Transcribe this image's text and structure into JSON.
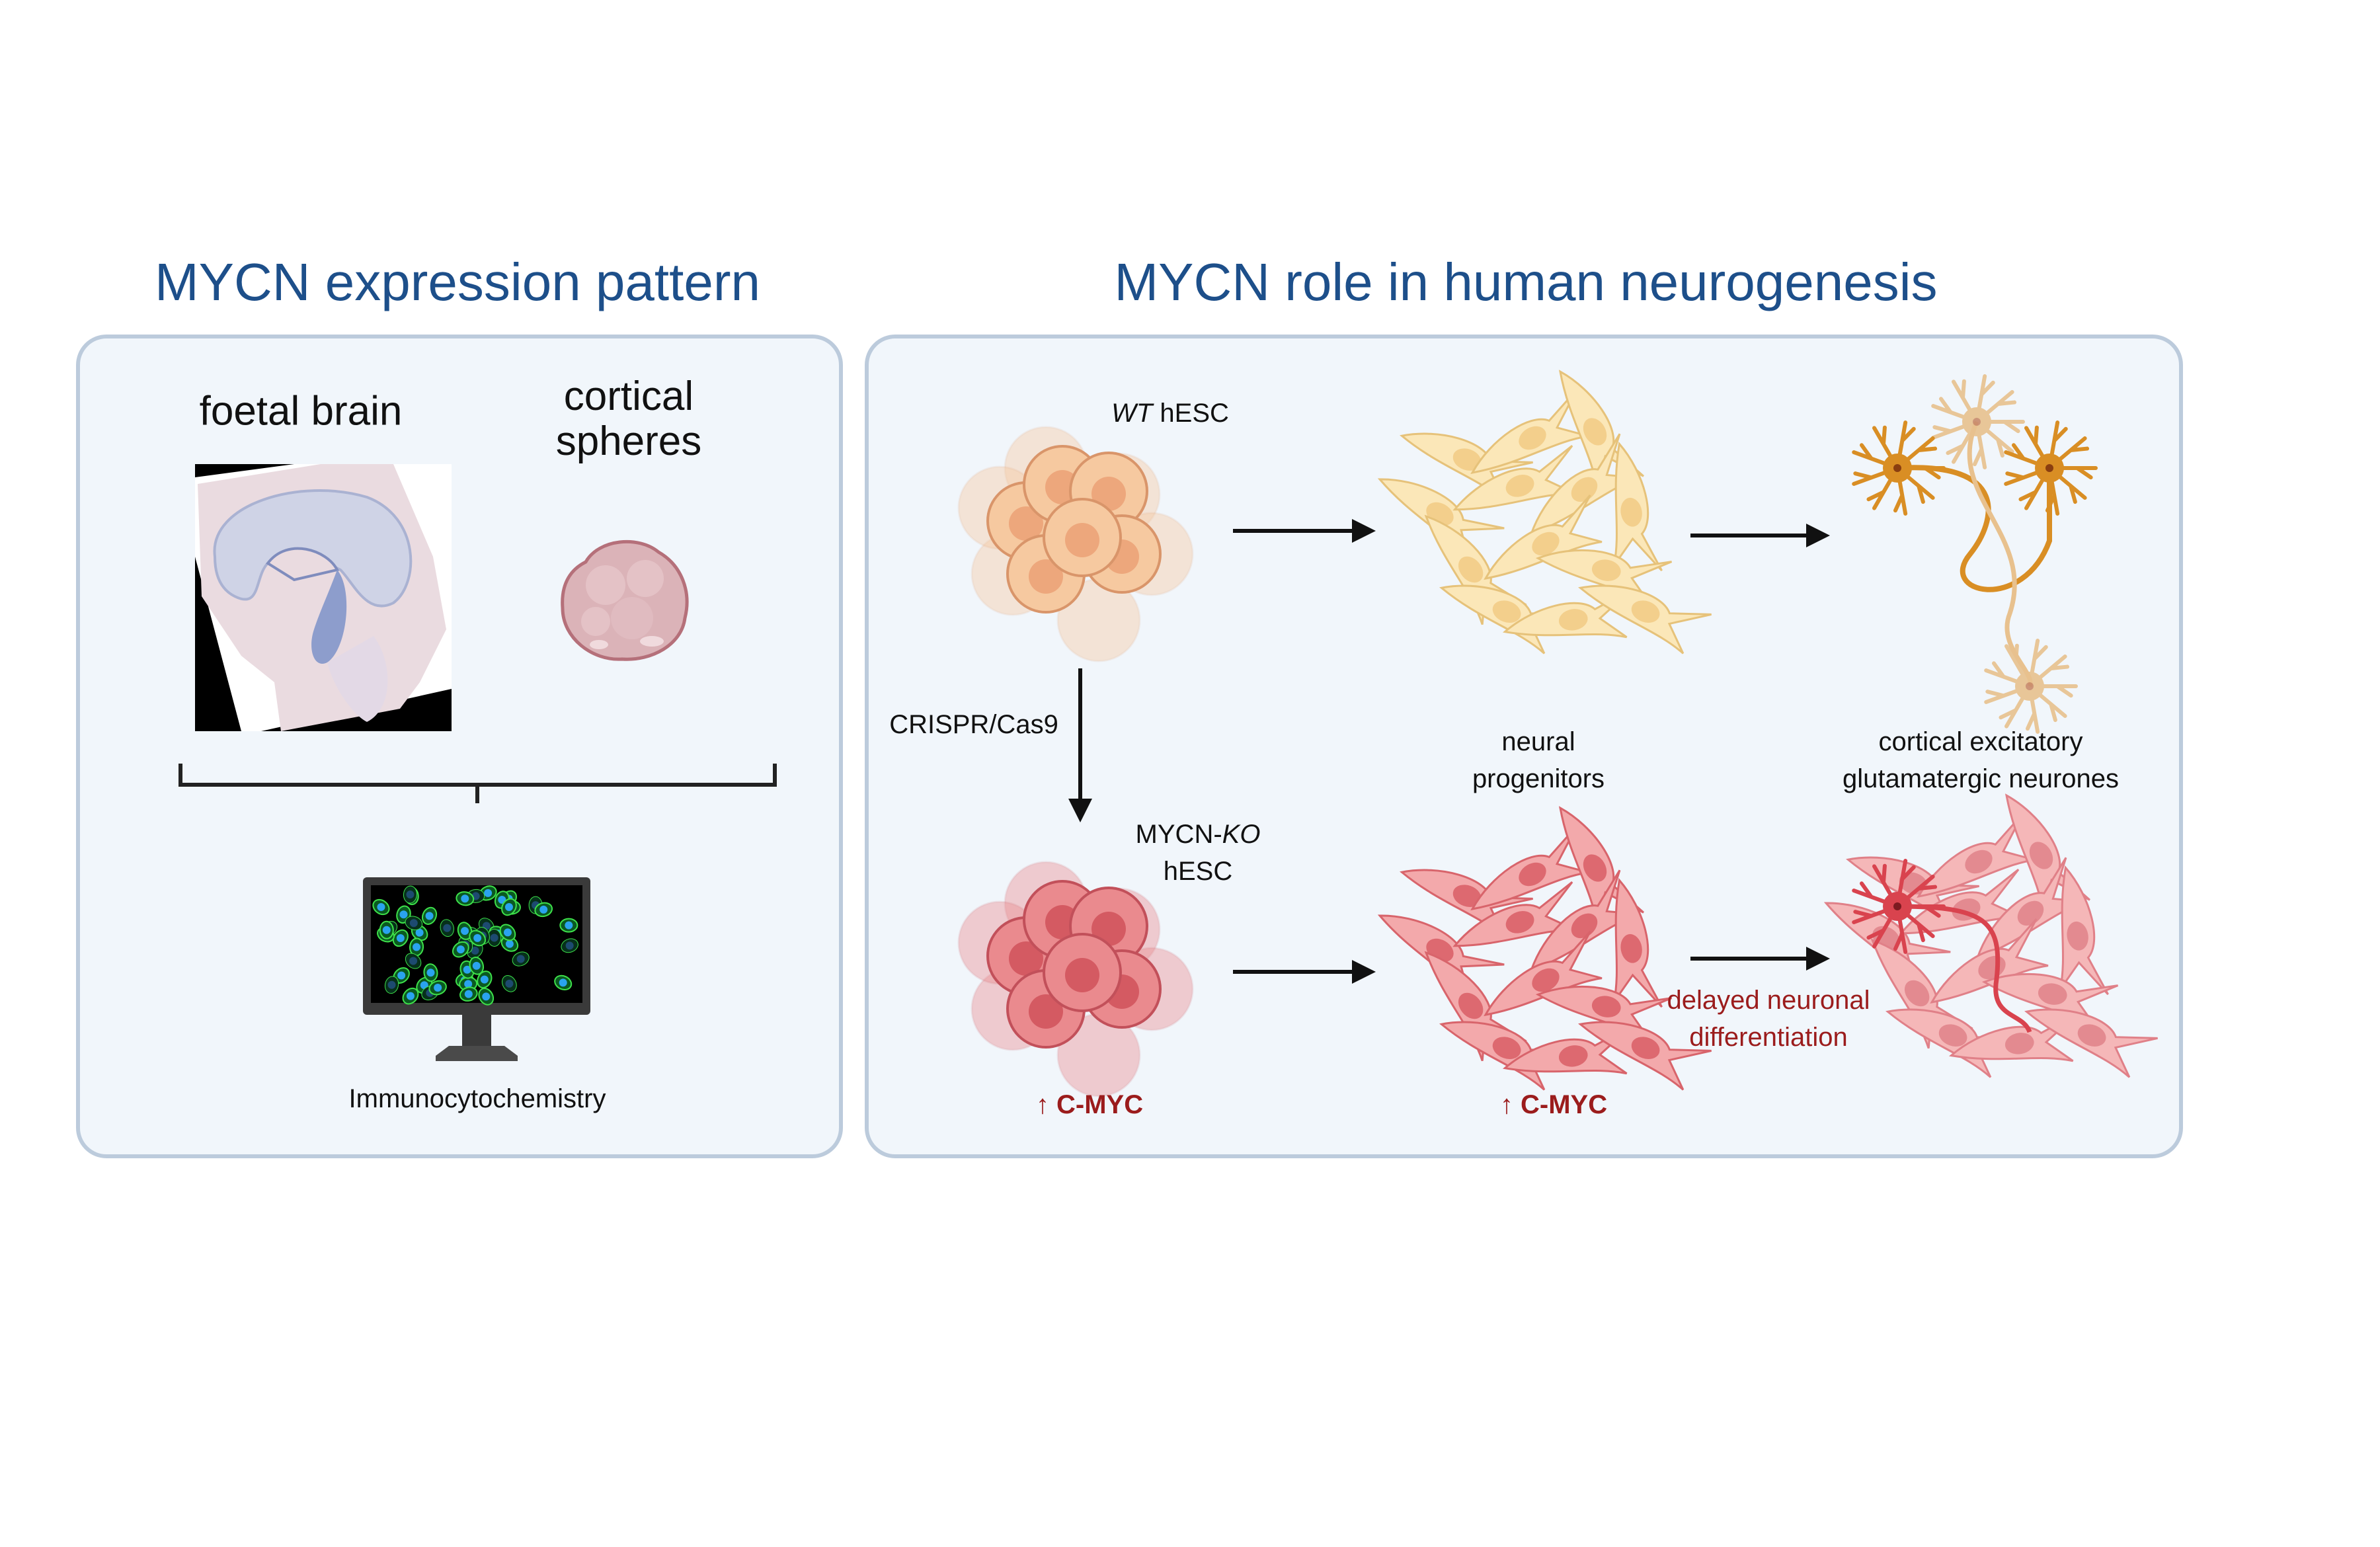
{
  "left_panel": {
    "title": "MYCN expression pattern",
    "foetal_brain_label": "foetal brain",
    "cortical_spheres_label_line1": "cortical",
    "cortical_spheres_label_line2": "spheres",
    "method_label": "Immunocytochemistry"
  },
  "right_panel": {
    "title": "MYCN role in human neurogenesis",
    "wt_label_italic": "WT",
    "wt_label_rest": " hESC",
    "crispr_label": "CRISPR/Cas9",
    "ko_label_prefix": "MYCN-",
    "ko_label_italic": "KO",
    "ko_label_line2": "hESC",
    "progenitors_line1": "neural",
    "progenitors_line2": "progenitors",
    "neurons_line1": "cortical excitatory",
    "neurons_line2": "glutamatergic neurones",
    "delayed_line1": "delayed neuronal",
    "delayed_line2": "differentiation",
    "cmyc_label_1": "↑ C-MYC",
    "cmyc_label_2": "↑ C-MYC"
  },
  "colors": {
    "title": "#1d4f8a",
    "panel_bg": "#f1f6fb",
    "panel_border": "#bccbdc",
    "alert_red": "#9b1c1c",
    "wt_cell": "#f6c9a0",
    "ko_cell": "#ea8a8e",
    "progenitor_wt": "#fbe7b8",
    "neuron_wt": "#d98e24"
  }
}
